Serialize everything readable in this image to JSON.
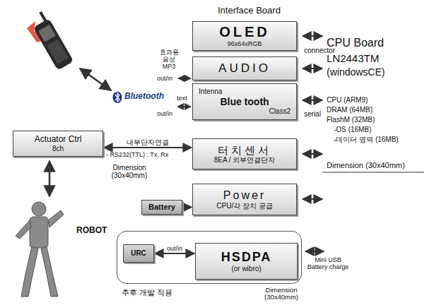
{
  "diagram": {
    "nodes": [
      {
        "text": [
          "OLED",
          "96x64xRGB"
        ]
      },
      {
        "text": [
          "AUDIO"
        ]
      },
      {
        "text": [
          "Intenna",
          "Blue tooth",
          "Class2"
        ]
      },
      {
        "text": [
          "Actuator Ctrl",
          "8ch"
        ]
      },
      {
        "text": [
          "터치센서",
          "8EA / 외부연결단자"
        ]
      },
      {
        "text": [
          "Power",
          "CPU/각 장치 공급"
        ]
      },
      {
        "text": [
          "Battery"
        ]
      },
      {
        "text": [
          "추후 개발 적용"
        ]
      },
      {
        "text": [
          "URC"
        ],
        "in": 7
      },
      {
        "text": [
          "HSDPA",
          "(or wibro)"
        ],
        "in": 7
      }
    ],
    "edges": [
      {
        "from": 3,
        "to": 4,
        "arrow": "both",
        "label": "내부단자연결"
      },
      {
        "from": 6,
        "to": 5,
        "arrow": "to"
      },
      {
        "from": 8,
        "to": 9,
        "arrow": "both",
        "label": "out/in"
      }
    ],
    "labels": [
      "Interface Board",
      "connector",
      "효과용 음성 MP3",
      "out/in",
      "text",
      "out/in",
      "Bluetooth",
      "serial",
      "CPU Board",
      "LN2443TM",
      "(windowsCE)",
      "CPU (ARM9)",
      "DRAM (64MB)",
      "FlashM (32MB)",
      "-OS (16MB)",
      "-데이터 영역 (16MB)",
      "Dimension (30x40mm)",
      "Dimension (30x40mm)",
      "- RS232(TTL) : Tx, Rx",
      "ROBOT",
      "Mini USB Battery charge",
      "Dimension (30x40mm)"
    ]
  }
}
